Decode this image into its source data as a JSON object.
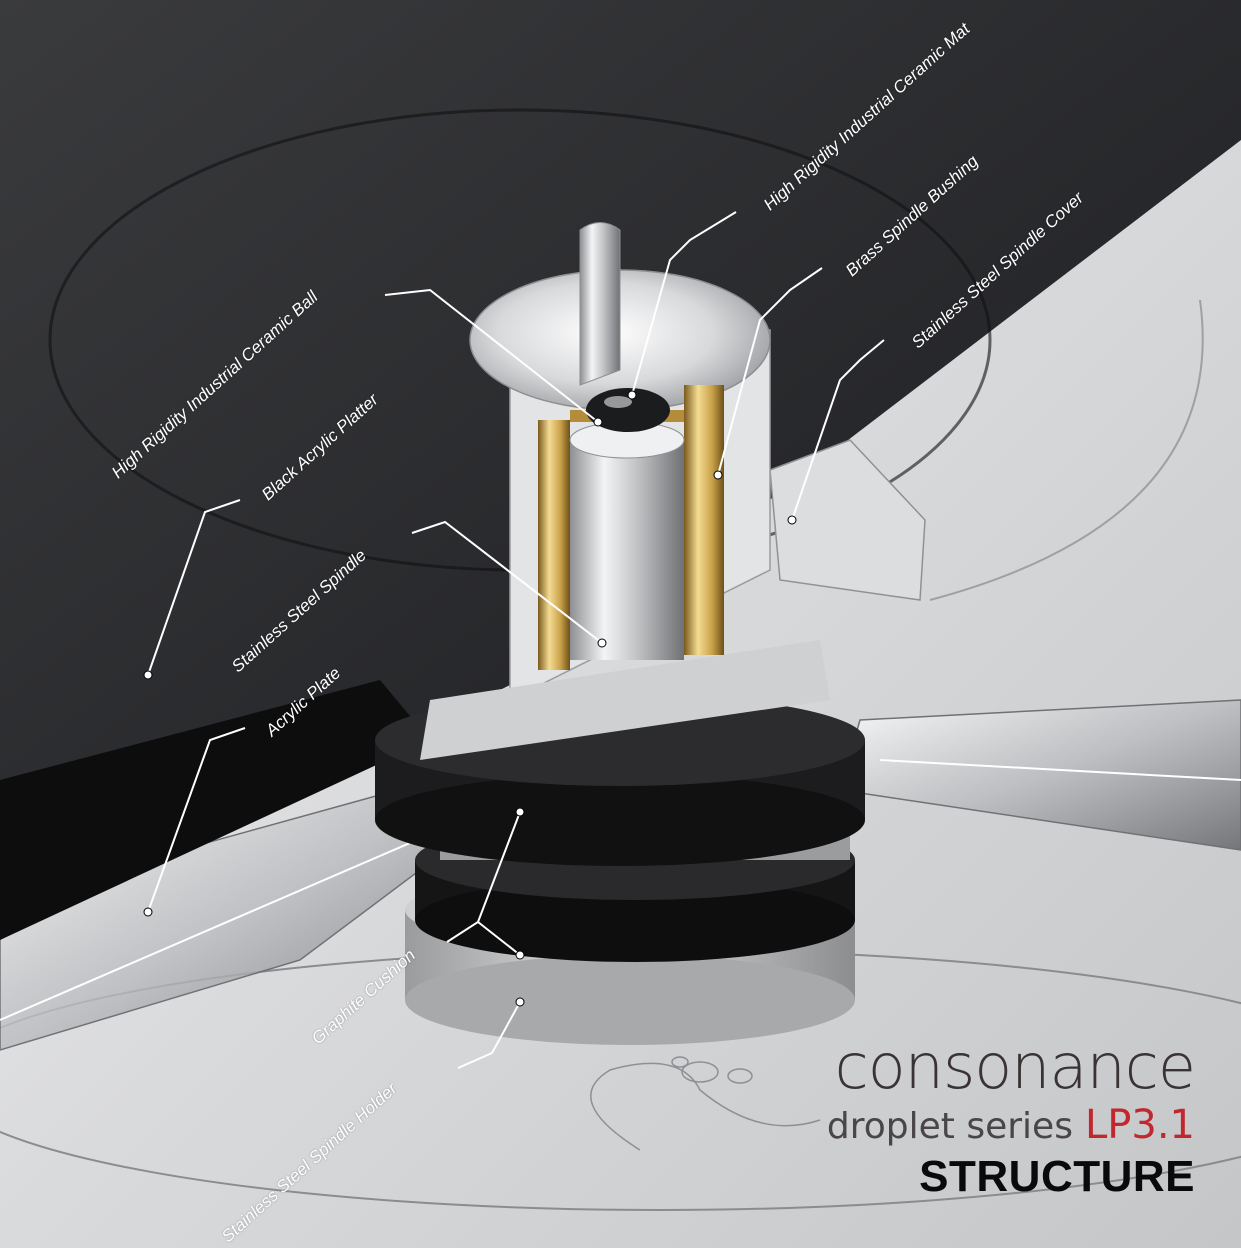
{
  "callouts": {
    "ceramic_mat": "High Rigidity Industrial Ceramic Mat",
    "brass_bushing": "Brass Spindle Bushing",
    "spindle_cover": "Stainless Steel Spindle Cover",
    "ceramic_ball": "High Rigidity Industrial Ceramic Ball",
    "acrylic_platter": "Black Acrylic Platter",
    "spindle": "Stainless Steel Spindle",
    "acrylic_plate": "Acrylic Plate",
    "graphite_cushion": "Graphite Cushion",
    "spindle_holder": "Stainless Steel Spindle Holder"
  },
  "brand": {
    "name": "consonance",
    "series": "droplet series",
    "model": "LP3.1",
    "heading": "STRUCTURE"
  },
  "colors": {
    "platter": "#1a1a1c",
    "brass": "#c9a24a",
    "steel": "#c8c9cb",
    "model_red": "#c3272e"
  }
}
